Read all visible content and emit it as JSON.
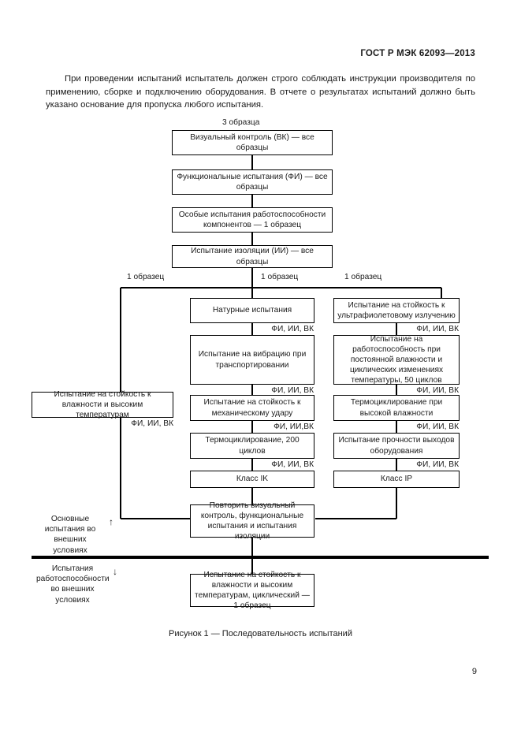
{
  "header": {
    "standard_code": "ГОСТ Р МЭК 62093—2013"
  },
  "intro": {
    "paragraph": "При проведении испытаний испытатель должен строго соблюдать инструкции производителя по применению, сборке и подключению оборудования. В отчете о результатах испытаний должно быть указано основание для пропуска любого испытания."
  },
  "flowchart": {
    "top_label": "3 образца",
    "branch_labels": {
      "left": "1 образец",
      "middle": "1 образец",
      "right": "1 образец"
    },
    "result_label": "ФИ, ИИ, ВК",
    "result_label_tight": "ФИ, ИИ,ВК",
    "nodes": {
      "visual_inspection": "Визуальный контроль (ВК) — все образцы",
      "functional_tests": "Функциональные испытания (ФИ) — все образцы",
      "component_performance": "Особые испытания работоспособности компонентов — 1 образец",
      "insulation_test": "Испытание изоляции (ИИ) — все образцы",
      "outdoor_exposure": "Натурные испытания",
      "uv_resistance": "Испытание на стойкость к ультрафиолетовому излучению",
      "transport_vibration": "Испытание на вибрацию при транспортировании",
      "humidity_temperature_performance": "Испытание на работоспособность при постоянной влажности и циклических изменениях температуры, 50 циклов",
      "damp_heat": "Испытание на стойкость к влажности и высоким температурам",
      "mechanical_impact": "Испытание на стойкость к механическому удару",
      "humid_thermal_cycling": "Термоциклирование при высокой влажности",
      "thermal_cycling_200": "Термоциклирование, 200 циклов",
      "terminal_strength": "Испытание прочности выходов оборудования",
      "class_ik": "Класс IK",
      "class_ip": "Класс IP",
      "repeat_tests": "Повторить визуальный контроль, функциональные испытания и испытания изоляции",
      "cyclic_damp_heat": "Испытание на стойкость к влажности и высоким температурам, циклический — 1 образец"
    },
    "zones": {
      "upper": "Основные испытания во внешних условиях",
      "upper_arrow": "↑",
      "lower": "Испытания работоспособности во внешних условиях",
      "lower_arrow": "↓"
    }
  },
  "figure": {
    "caption": "Рисунок 1 — Последовательность испытаний"
  },
  "footer": {
    "page_number": "9"
  }
}
